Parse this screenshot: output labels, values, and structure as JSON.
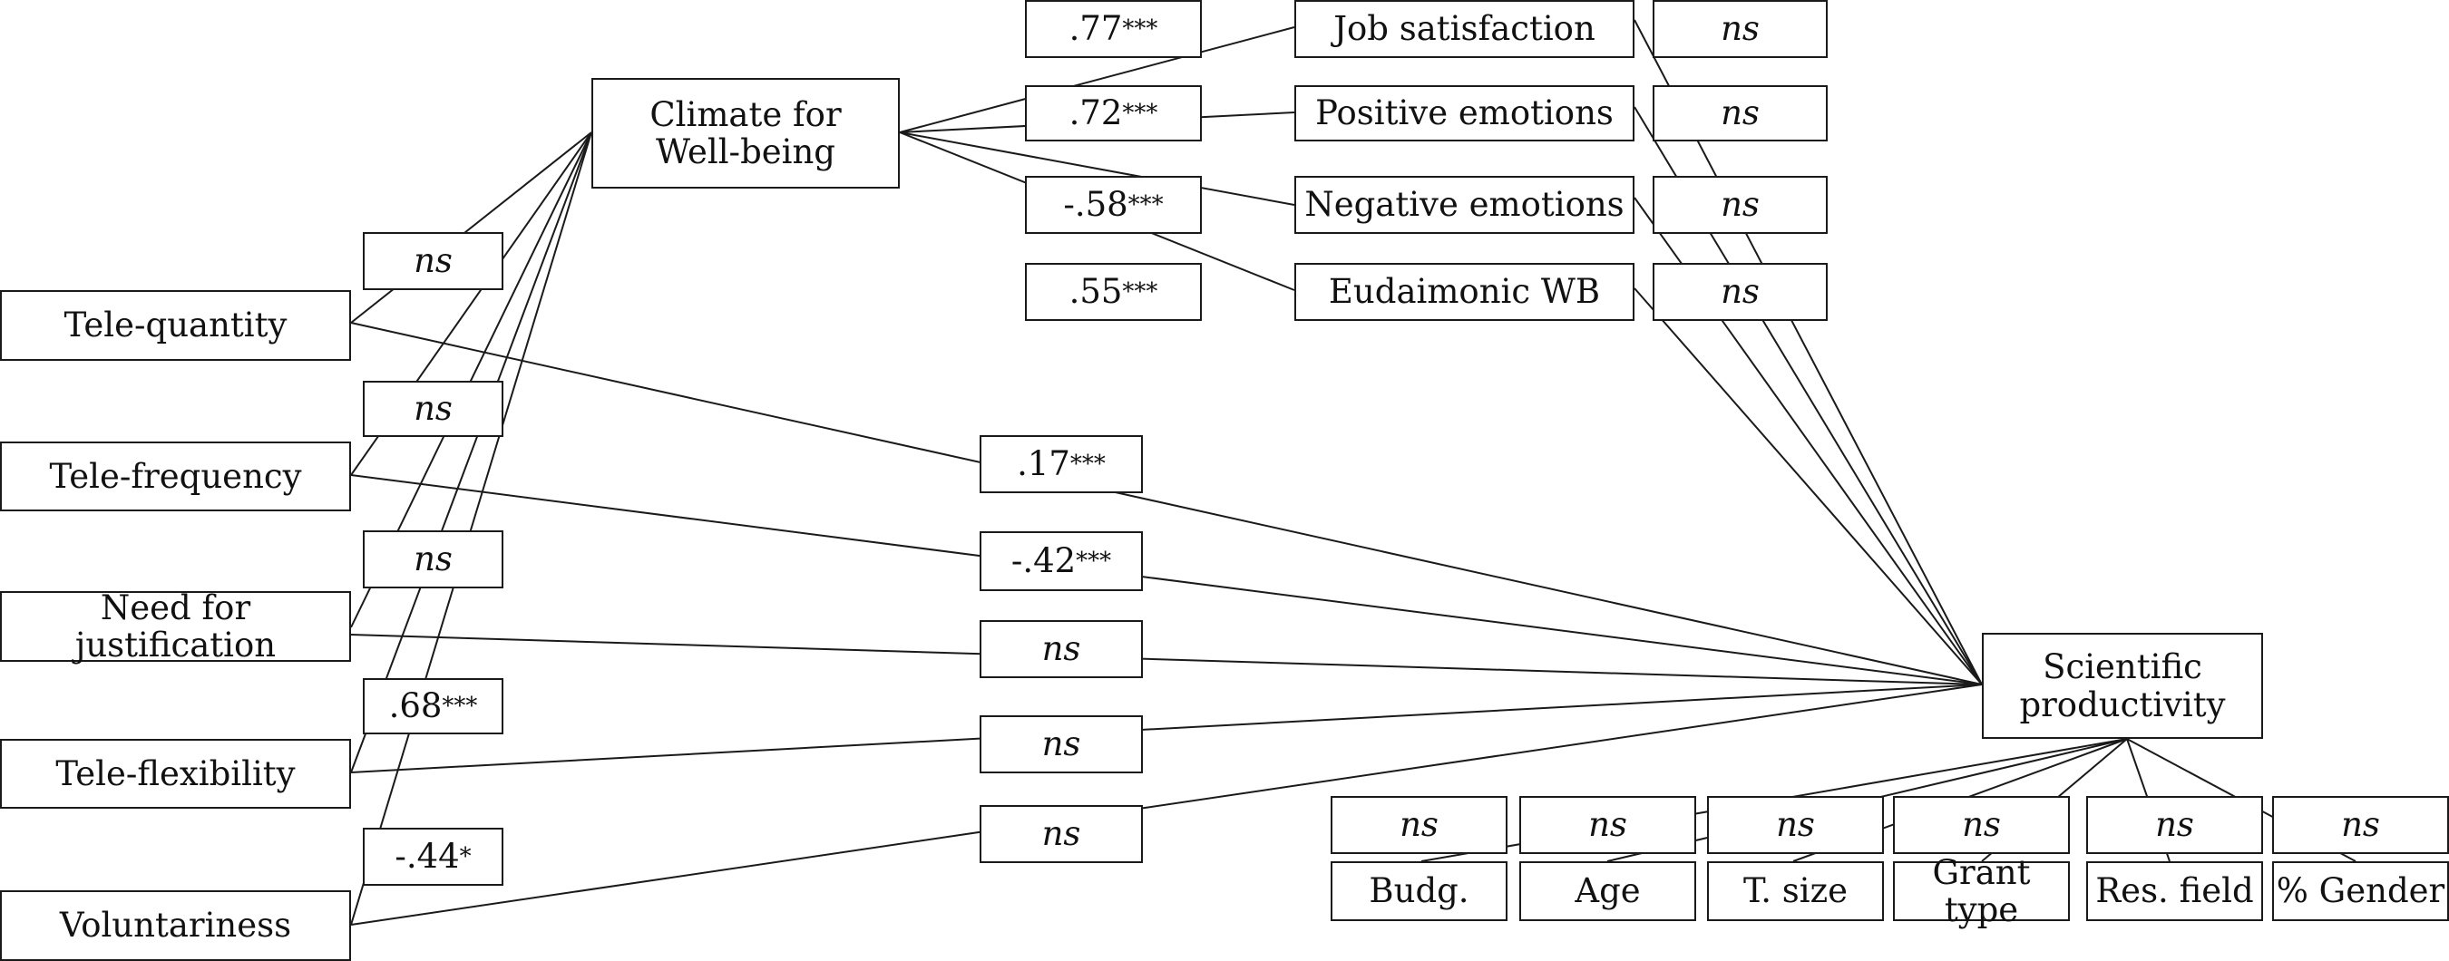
{
  "diagram": {
    "constructs": {
      "climate": "Climate for Well-being",
      "job_satisfaction": "Job satisfaction",
      "positive_emotions": "Positive emotions",
      "negative_emotions": "Negative emotions",
      "eudaimonic": "Eudaimonic WB",
      "productivity": "Scientific productivity"
    },
    "predictors": {
      "tele_quantity": "Tele-quantity",
      "tele_frequency": "Tele-frequency",
      "need_justification": "Need for justification",
      "tele_flexibility": "Tele-flexibility",
      "voluntariness": "Voluntariness"
    },
    "controls": {
      "budget": "Budg.",
      "age": "Age",
      "team_size": "T. size",
      "grant_type": "Grant type",
      "research_field": "Res. field",
      "gender": "% Gender"
    },
    "coefficients": {
      "climate_to_job": {
        "value": ".77",
        "stars": "***"
      },
      "climate_to_positive": {
        "value": ".72",
        "stars": "***"
      },
      "climate_to_negative": {
        "value": "-.58",
        "stars": "***"
      },
      "climate_to_eudaimonic": {
        "value": ".55",
        "stars": "***"
      },
      "job_to_productivity": {
        "value": "ns",
        "stars": ""
      },
      "positive_to_productivity": {
        "value": "ns",
        "stars": ""
      },
      "negative_to_productivity": {
        "value": "ns",
        "stars": ""
      },
      "eudaimonic_to_productivity": {
        "value": "ns",
        "stars": ""
      },
      "quantity_to_climate": {
        "value": "ns",
        "stars": ""
      },
      "frequency_to_climate": {
        "value": "ns",
        "stars": ""
      },
      "justification_to_climate": {
        "value": "ns",
        "stars": ""
      },
      "flexibility_to_climate": {
        "value": ".68",
        "stars": "***"
      },
      "voluntariness_to_climate": {
        "value": "-.44",
        "stars": "*"
      },
      "quantity_to_productivity": {
        "value": ".17",
        "stars": "***"
      },
      "frequency_to_productivity": {
        "value": "-.42",
        "stars": "***"
      },
      "justification_to_productivity": {
        "value": "ns",
        "stars": ""
      },
      "flexibility_to_productivity": {
        "value": "ns",
        "stars": ""
      },
      "voluntariness_to_productivity": {
        "value": "ns",
        "stars": ""
      },
      "budget_to_productivity": {
        "value": "ns",
        "stars": ""
      },
      "age_to_productivity": {
        "value": "ns",
        "stars": ""
      },
      "team_size_to_productivity": {
        "value": "ns",
        "stars": ""
      },
      "grant_type_to_productivity": {
        "value": "ns",
        "stars": ""
      },
      "research_field_to_productivity": {
        "value": "ns",
        "stars": ""
      },
      "gender_to_productivity": {
        "value": "ns",
        "stars": ""
      }
    }
  }
}
